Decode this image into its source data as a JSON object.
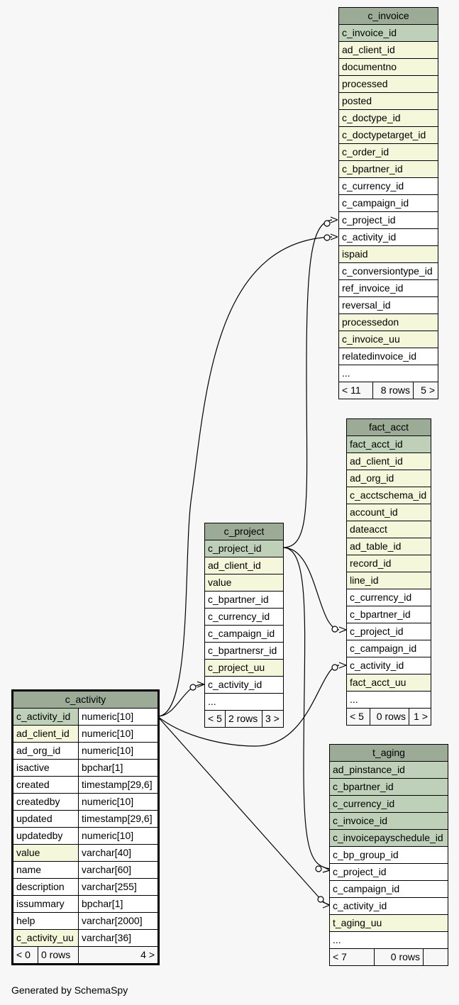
{
  "footer": "Generated by SchemaSpy",
  "tables": {
    "c_invoice": {
      "name": "c_invoice",
      "columns": [
        {
          "name": "c_invoice_id",
          "kind": "pk"
        },
        {
          "name": "ad_client_id",
          "kind": "idx"
        },
        {
          "name": "documentno",
          "kind": "idx"
        },
        {
          "name": "processed",
          "kind": "idx"
        },
        {
          "name": "posted",
          "kind": "idx"
        },
        {
          "name": "c_doctype_id",
          "kind": "idx"
        },
        {
          "name": "c_doctypetarget_id",
          "kind": "idx"
        },
        {
          "name": "c_order_id",
          "kind": "idx"
        },
        {
          "name": "c_bpartner_id",
          "kind": "idx"
        },
        {
          "name": "c_currency_id",
          "kind": "plain"
        },
        {
          "name": "c_campaign_id",
          "kind": "plain"
        },
        {
          "name": "c_project_id",
          "kind": "plain"
        },
        {
          "name": "c_activity_id",
          "kind": "plain"
        },
        {
          "name": "ispaid",
          "kind": "idx"
        },
        {
          "name": "c_conversiontype_id",
          "kind": "plain"
        },
        {
          "name": "ref_invoice_id",
          "kind": "plain"
        },
        {
          "name": "reversal_id",
          "kind": "plain"
        },
        {
          "name": "processedon",
          "kind": "idx"
        },
        {
          "name": "c_invoice_uu",
          "kind": "idx"
        },
        {
          "name": "relatedinvoice_id",
          "kind": "plain"
        },
        {
          "name": "...",
          "kind": "plain"
        }
      ],
      "footer": {
        "parents": "< 11",
        "rows": "8 rows",
        "children": "5 >"
      }
    },
    "fact_acct": {
      "name": "fact_acct",
      "columns": [
        {
          "name": "fact_acct_id",
          "kind": "pk"
        },
        {
          "name": "ad_client_id",
          "kind": "idx"
        },
        {
          "name": "ad_org_id",
          "kind": "idx"
        },
        {
          "name": "c_acctschema_id",
          "kind": "idx"
        },
        {
          "name": "account_id",
          "kind": "idx"
        },
        {
          "name": "dateacct",
          "kind": "idx"
        },
        {
          "name": "ad_table_id",
          "kind": "idx"
        },
        {
          "name": "record_id",
          "kind": "idx"
        },
        {
          "name": "line_id",
          "kind": "idx"
        },
        {
          "name": "c_currency_id",
          "kind": "plain"
        },
        {
          "name": "c_bpartner_id",
          "kind": "plain"
        },
        {
          "name": "c_project_id",
          "kind": "plain"
        },
        {
          "name": "c_campaign_id",
          "kind": "plain"
        },
        {
          "name": "c_activity_id",
          "kind": "plain"
        },
        {
          "name": "fact_acct_uu",
          "kind": "idx"
        },
        {
          "name": "...",
          "kind": "plain"
        }
      ],
      "footer": {
        "parents": "< 5",
        "rows": "0 rows",
        "children": "1 >"
      }
    },
    "c_project": {
      "name": "c_project",
      "columns": [
        {
          "name": "c_project_id",
          "kind": "pk"
        },
        {
          "name": "ad_client_id",
          "kind": "idx"
        },
        {
          "name": "value",
          "kind": "idx"
        },
        {
          "name": "c_bpartner_id",
          "kind": "plain"
        },
        {
          "name": "c_currency_id",
          "kind": "plain"
        },
        {
          "name": "c_campaign_id",
          "kind": "plain"
        },
        {
          "name": "c_bpartnersr_id",
          "kind": "plain"
        },
        {
          "name": "c_project_uu",
          "kind": "idx"
        },
        {
          "name": "c_activity_id",
          "kind": "plain"
        },
        {
          "name": "...",
          "kind": "plain"
        }
      ],
      "footer": {
        "parents": "< 5",
        "rows": "2 rows",
        "children": "3 >"
      }
    },
    "t_aging": {
      "name": "t_aging",
      "columns": [
        {
          "name": "ad_pinstance_id",
          "kind": "pk"
        },
        {
          "name": "c_bpartner_id",
          "kind": "pk"
        },
        {
          "name": "c_currency_id",
          "kind": "pk"
        },
        {
          "name": "c_invoice_id",
          "kind": "pk"
        },
        {
          "name": "c_invoicepayschedule_id",
          "kind": "pk"
        },
        {
          "name": "c_bp_group_id",
          "kind": "plain"
        },
        {
          "name": "c_project_id",
          "kind": "plain"
        },
        {
          "name": "c_campaign_id",
          "kind": "plain"
        },
        {
          "name": "c_activity_id",
          "kind": "plain"
        },
        {
          "name": "t_aging_uu",
          "kind": "idx"
        },
        {
          "name": "...",
          "kind": "plain"
        }
      ],
      "footer": {
        "parents": "< 7",
        "rows": "0 rows",
        "children": ""
      }
    },
    "c_activity": {
      "name": "c_activity",
      "columns": [
        {
          "name": "c_activity_id",
          "type": "numeric[10]",
          "kind": "pk"
        },
        {
          "name": "ad_client_id",
          "type": "numeric[10]",
          "kind": "idx"
        },
        {
          "name": "ad_org_id",
          "type": "numeric[10]",
          "kind": "plain"
        },
        {
          "name": "isactive",
          "type": "bpchar[1]",
          "kind": "plain"
        },
        {
          "name": "created",
          "type": "timestamp[29,6]",
          "kind": "plain"
        },
        {
          "name": "createdby",
          "type": "numeric[10]",
          "kind": "plain"
        },
        {
          "name": "updated",
          "type": "timestamp[29,6]",
          "kind": "plain"
        },
        {
          "name": "updatedby",
          "type": "numeric[10]",
          "kind": "plain"
        },
        {
          "name": "value",
          "type": "varchar[40]",
          "kind": "idx"
        },
        {
          "name": "name",
          "type": "varchar[60]",
          "kind": "plain"
        },
        {
          "name": "description",
          "type": "varchar[255]",
          "kind": "plain"
        },
        {
          "name": "issummary",
          "type": "bpchar[1]",
          "kind": "plain"
        },
        {
          "name": "help",
          "type": "varchar[2000]",
          "kind": "plain"
        },
        {
          "name": "c_activity_uu",
          "type": "varchar[36]",
          "kind": "idx"
        }
      ],
      "footer": {
        "parents": "< 0",
        "rows": "0 rows",
        "children": "4 >"
      }
    }
  }
}
